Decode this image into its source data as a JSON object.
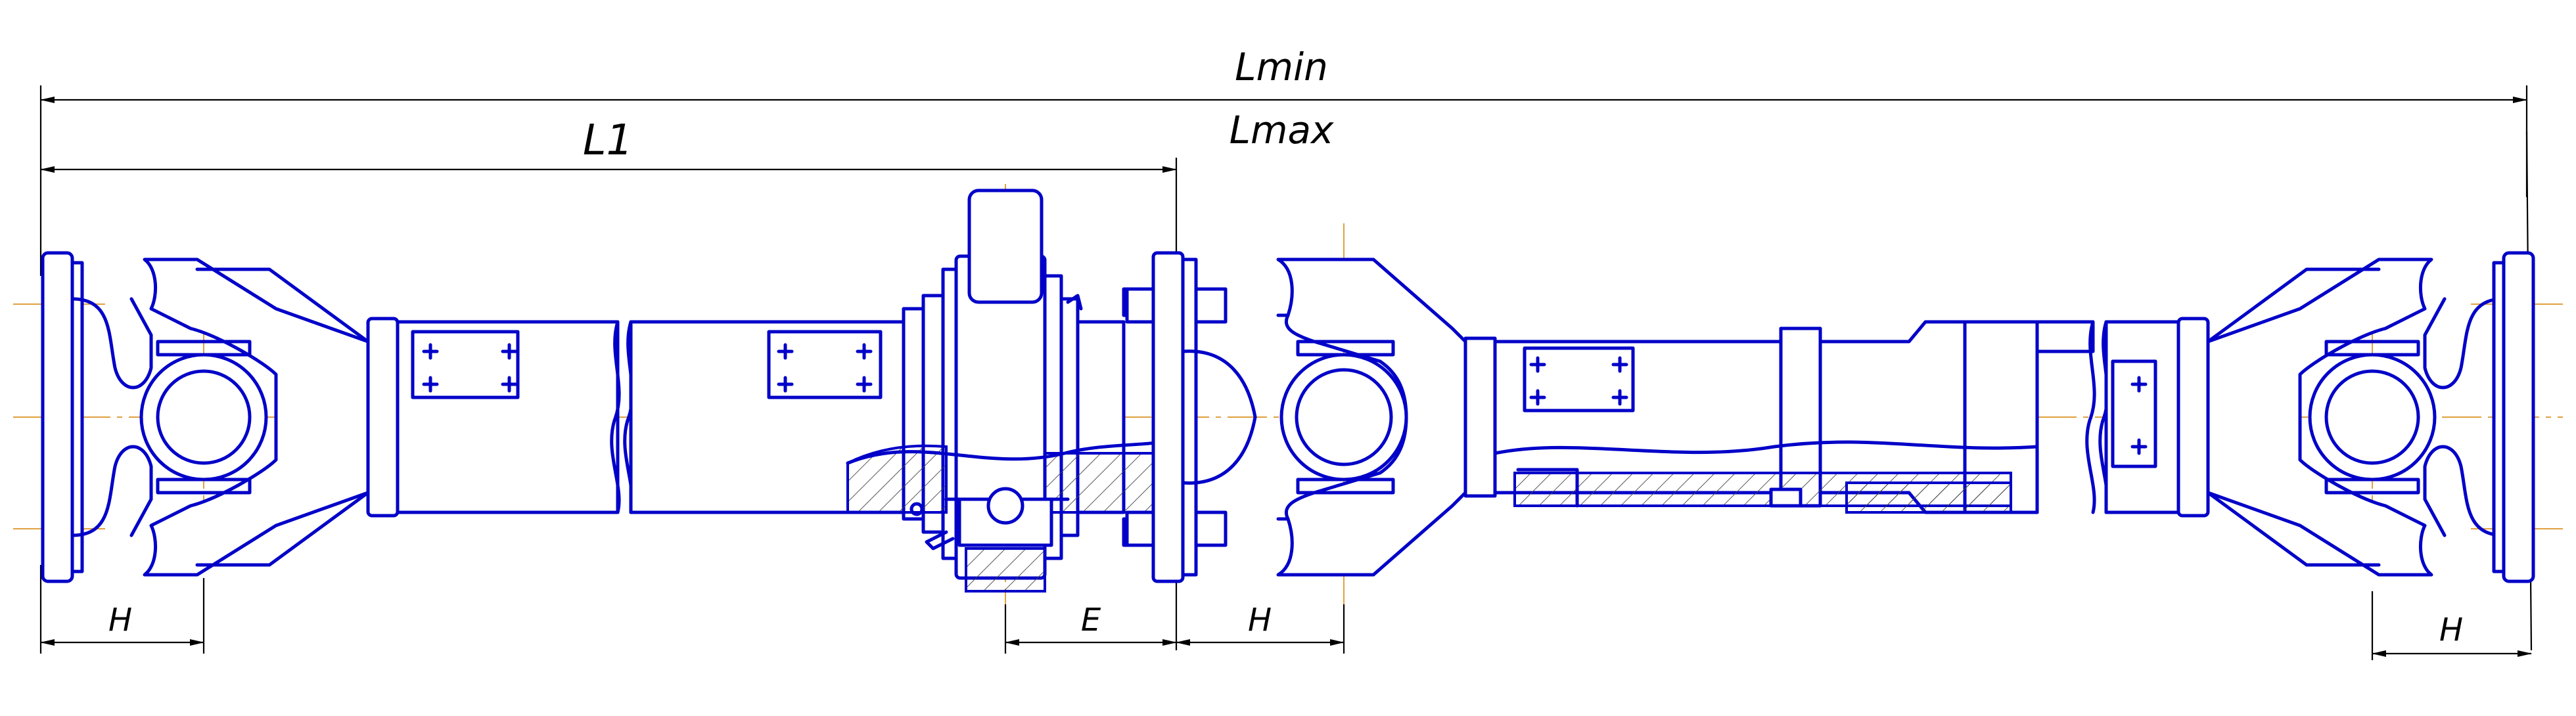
{
  "dimensions": {
    "lmin": "Lmin",
    "lmax": "Lmax",
    "l1": "L1",
    "h_left": "H",
    "e": "E",
    "h_mid": "H",
    "h_right": "H"
  },
  "colors": {
    "outline": "#0000c8",
    "dimension": "#000000",
    "centerline": "#e0a040",
    "hatch": "#444444"
  }
}
